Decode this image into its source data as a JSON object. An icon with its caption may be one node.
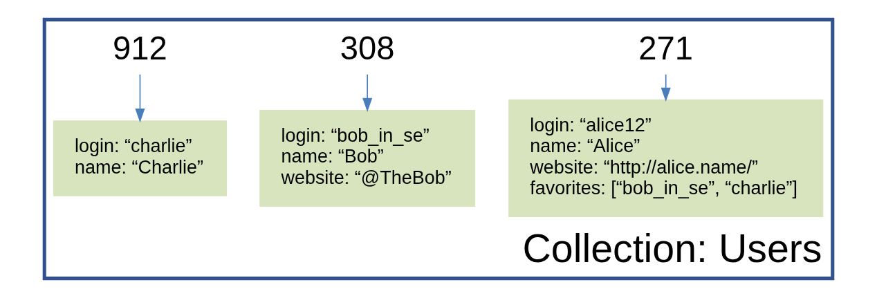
{
  "diagram": {
    "nodes": [
      {
        "text": [
          "Collection: Users"
        ]
      },
      {
        "text": [
          "271"
        ],
        "in": 0
      },
      {
        "text": [
          "login: “alice12”",
          "name: “Alice”",
          "website: “http://alice.name/”",
          "favorites: [“bob_in_se”, “charlie”]"
        ],
        "in": 0
      },
      {
        "text": [
          "308"
        ],
        "in": 0
      },
      {
        "text": [
          "login: “bob_in_se”",
          "name: “Bob”",
          "website: “@TheBob”"
        ],
        "in": 0
      },
      {
        "text": [
          "912"
        ],
        "in": 0
      },
      {
        "text": [
          "login: “charlie”",
          "name: “Charlie”"
        ],
        "in": 0
      }
    ],
    "edges": [
      {
        "from": 1,
        "to": 2,
        "arrow": "to"
      },
      {
        "from": 3,
        "to": 4,
        "arrow": "to"
      },
      {
        "from": 5,
        "to": 6,
        "arrow": "to"
      }
    ]
  }
}
